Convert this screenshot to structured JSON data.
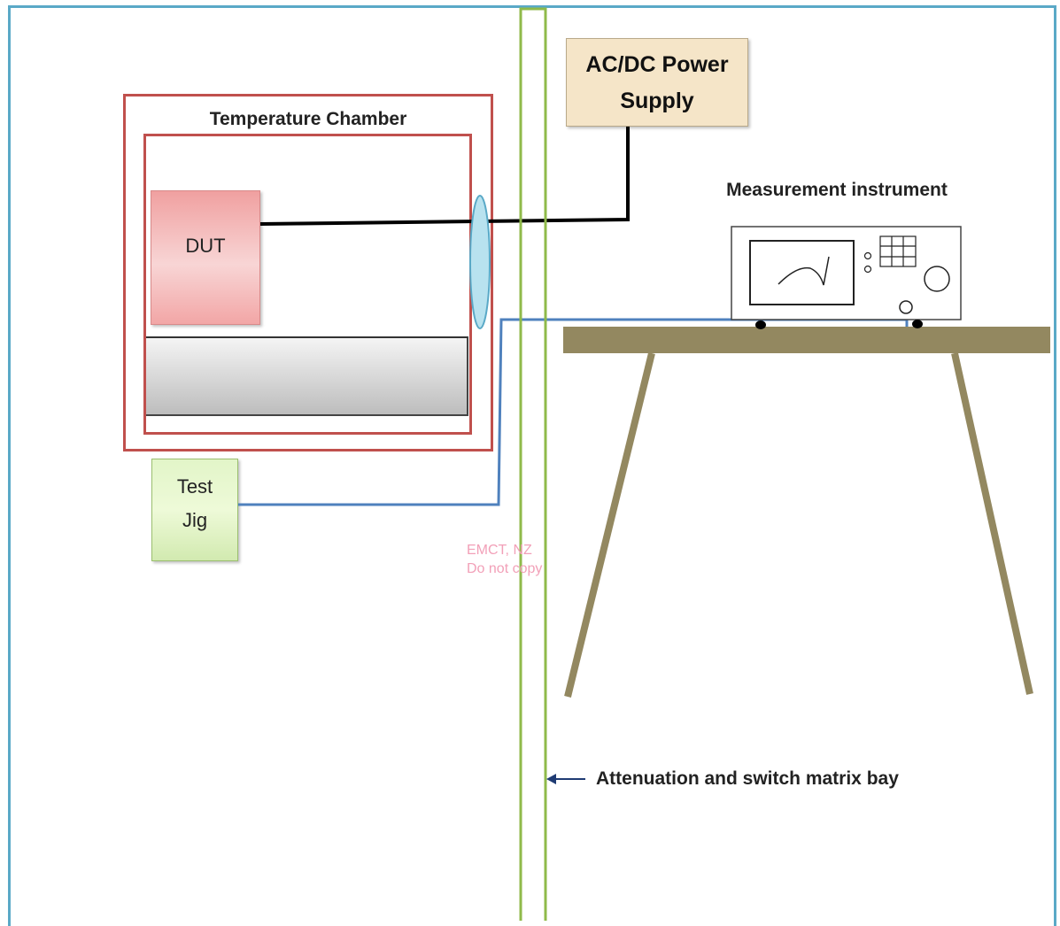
{
  "diagram": {
    "chamber": {
      "title": "Temperature Chamber"
    },
    "dut": {
      "label": "DUT"
    },
    "power_supply": {
      "line1": "AC/DC Power",
      "line2": "Supply"
    },
    "test_jig": {
      "line1": "Test",
      "line2": "Jig"
    },
    "instrument": {
      "label": "Measurement instrument"
    },
    "bay": {
      "label": "Attenuation and switch matrix bay"
    },
    "watermark": {
      "line1": "EMCT, NZ",
      "line2": "Do not copy"
    }
  },
  "colors": {
    "frame": "#5aa9c7",
    "chamber": "#c0504d",
    "bay": "#8fba4a",
    "rf_cable": "#4f81bd",
    "power_cable": "#000000",
    "table": "#938860",
    "feedthrough": "#b8e2ef"
  }
}
